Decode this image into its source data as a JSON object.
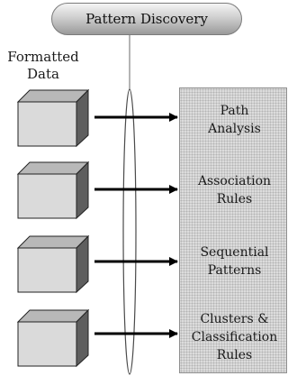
{
  "header": {
    "title": "Pattern Discovery"
  },
  "source": {
    "label": "Formatted\nData"
  },
  "outputs": [
    {
      "label": "Path\nAnalysis"
    },
    {
      "label": "Association\nRules"
    },
    {
      "label": "Sequential\nPatterns"
    },
    {
      "label": "Clusters &\nClassification\nRules"
    }
  ],
  "colors": {
    "cube_front": "#dadada",
    "cube_top": "#b8b8b8",
    "cube_side": "#5e5e5e",
    "panel": "#dcdcdc"
  }
}
